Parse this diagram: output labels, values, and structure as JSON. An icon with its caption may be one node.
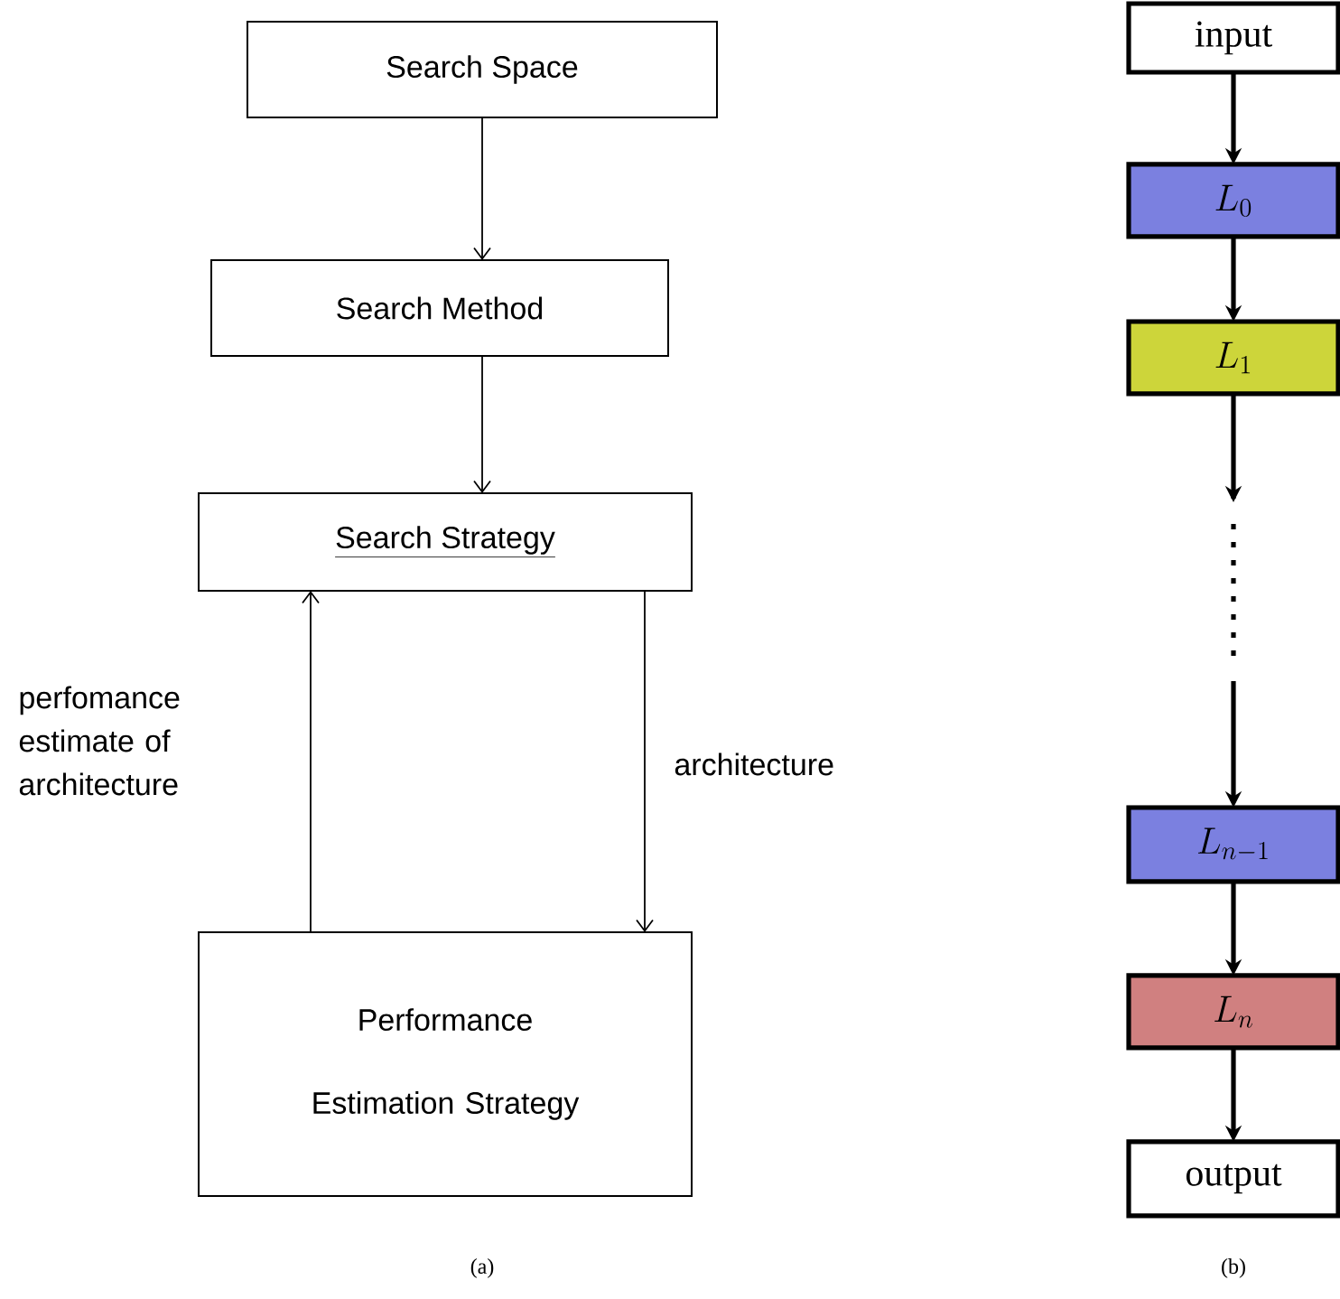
{
  "diagram": {
    "nodes": [
      {
        "text": [
          "Search Space"
        ]
      },
      {
        "text": [
          "Search Method"
        ]
      },
      {
        "text": [
          "Search Strategy"
        ]
      },
      {
        "text": [
          "Performance Estimation Strategy"
        ]
      },
      {
        "text": [
          "input"
        ]
      },
      {
        "text": [
          "L_{0}"
        ]
      },
      {
        "text": [
          "L_{1}"
        ]
      },
      {
        "text": [
          "L_{n-1}"
        ]
      },
      {
        "text": [
          "L_{n}"
        ]
      },
      {
        "text": [
          "output"
        ]
      }
    ],
    "edges": [
      {
        "from": 0,
        "to": 1,
        "arrow": "to"
      },
      {
        "from": 1,
        "to": 2,
        "arrow": "to"
      },
      {
        "from": 2,
        "to": 3,
        "arrow": "to",
        "label": "architecture"
      },
      {
        "from": 3,
        "to": 2,
        "arrow": "to",
        "label": "perfomance estimate of architecture"
      },
      {
        "from": 4,
        "to": 5,
        "arrow": "to"
      },
      {
        "from": 5,
        "to": 6,
        "arrow": "to"
      },
      {
        "from": 6,
        "to": 7,
        "arrow": "to",
        "style": "dashed"
      },
      {
        "from": 7,
        "to": 8,
        "arrow": "to"
      },
      {
        "from": 8,
        "to": 9,
        "arrow": "to"
      }
    ],
    "labels": [
      "(a)",
      "(b)"
    ]
  }
}
